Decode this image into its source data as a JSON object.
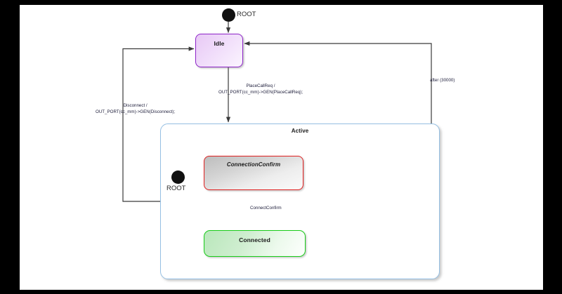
{
  "diagram": {
    "title": "State machine diagram",
    "type": "uml-statechart",
    "background": "#ffffff",
    "letterbox_color": "#000000"
  },
  "states": {
    "idle": {
      "label": "Idle",
      "border_color": "#8e24c9",
      "fill": "#f0dcfa",
      "kind": "simple"
    },
    "active": {
      "label": "Active",
      "border_color": "#95bfe3",
      "fill": "#ffffff",
      "kind": "composite"
    },
    "connection_confirm": {
      "label": "ConnectionConfirm",
      "border_color": "#e02020",
      "fill": "#d4d4d4",
      "kind": "simple"
    },
    "connected": {
      "label": "Connected",
      "border_color": "#19cc19",
      "fill": "#cfeed0",
      "kind": "simple"
    }
  },
  "pseudostates": {
    "root_top": {
      "label": "ROOT",
      "kind": "initial"
    },
    "root_active": {
      "label": "ROOT",
      "kind": "initial"
    }
  },
  "transitions": {
    "root_to_idle": {
      "label": ""
    },
    "idle_to_active": {
      "trigger": "PlaceCallReq /",
      "effect": "OUT_PORT(cc_mm)->GEN(PlaceCallReq);"
    },
    "active_to_idle": {
      "trigger": "Disconnect /",
      "effect": "OUT_PORT(cc_mm)->GEN(Disconnect);"
    },
    "confirm_to_idle": {
      "label": "after (30000)"
    },
    "confirm_to_connected": {
      "label": "ConnectConfirm"
    },
    "root_to_confirm": {
      "label": ""
    }
  }
}
